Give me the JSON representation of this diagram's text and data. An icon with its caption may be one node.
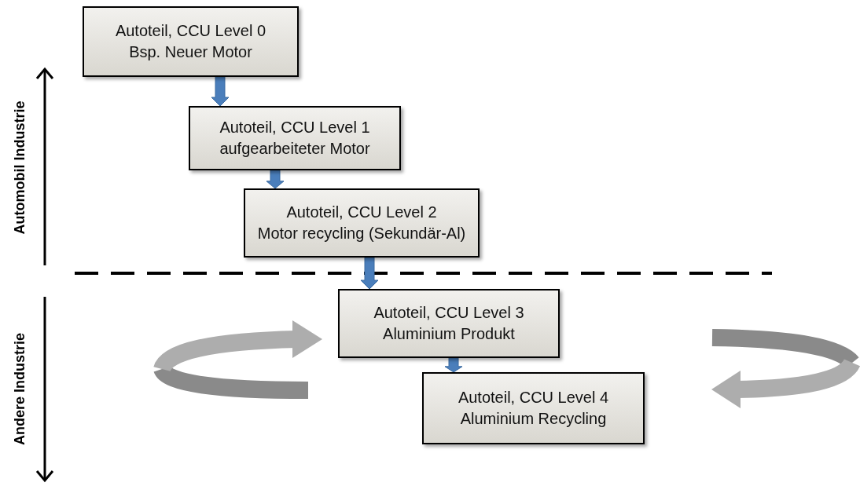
{
  "diagram": {
    "nodes": [
      {
        "text": [
          "Autoteil, CCU Level 0",
          "Bsp. Neuer Motor"
        ]
      },
      {
        "text": [
          "Autoteil, CCU Level 1",
          "aufgearbeiteter Motor"
        ]
      },
      {
        "text": [
          "Autoteil, CCU Level 2",
          "Motor recycling (Sekundär-Al)"
        ]
      },
      {
        "text": [
          "Autoteil, CCU Level 3",
          "Aluminium Produkt"
        ]
      },
      {
        "text": [
          "Autoteil, CCU Level 4",
          "Aluminium Recycling"
        ]
      }
    ],
    "edges": [
      {
        "from": 0,
        "to": 1,
        "arrow": "to"
      },
      {
        "from": 1,
        "to": 2,
        "arrow": "to"
      },
      {
        "from": 2,
        "to": 3,
        "arrow": "to"
      },
      {
        "from": 3,
        "to": 4,
        "arrow": "to"
      }
    ],
    "labels": [
      "Automobil Industrie",
      "Andere Industrie"
    ]
  }
}
